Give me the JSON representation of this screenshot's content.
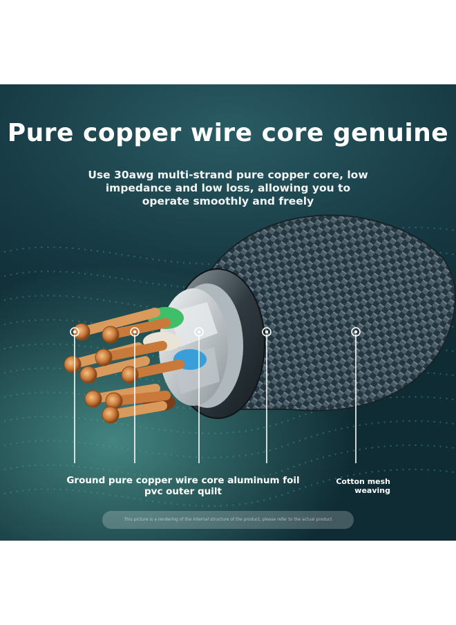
{
  "title": "Pure copper wire core genuine",
  "subtitle": {
    "line1": "Use 30awg multi-strand pure copper core, low",
    "line2": "impedance and low loss, allowing you to",
    "line3": "operate smoothly and freely"
  },
  "callouts": {
    "left_line1": "Ground pure copper wire core aluminum foil",
    "left_line2": "pvc outer quilt",
    "right_line1": "Cotton mesh",
    "right_line2": "weaving"
  },
  "disclaimer": "This picture is a rendering of the internal structure of the product, please refer to the actual product",
  "colors": {
    "background": "#173a44",
    "copper": "#c97a3a",
    "braid": "#2c3f48",
    "foil": "#c9ced2",
    "green_insulation": "#3fbf6a",
    "blue_insulation": "#3a9fd8"
  }
}
